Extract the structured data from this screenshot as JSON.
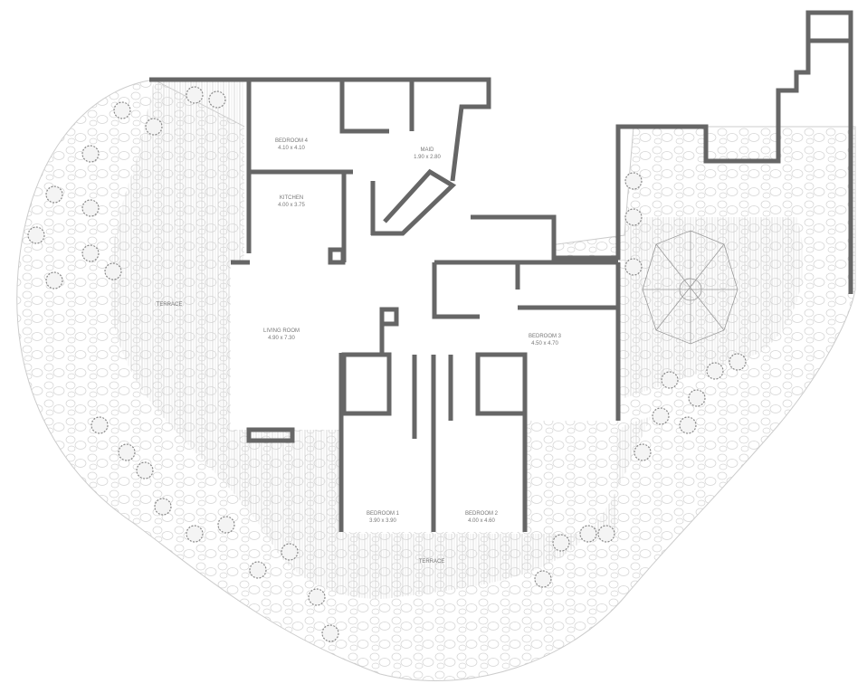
{
  "rooms": [
    {
      "name": "BEDROOM 4",
      "size": "4.10 x 4.10"
    },
    {
      "name": "MAID",
      "size": "1.90 x 2.80"
    },
    {
      "name": "KITCHEN",
      "size": "4.00 x 3.75"
    },
    {
      "name": "LIVING ROOM",
      "size": "4.90 x 7.30"
    },
    {
      "name": "BEDROOM 3",
      "size": "4.50 x 4.70"
    },
    {
      "name": "BEDROOM 1",
      "size": "3.90 x 3.90"
    },
    {
      "name": "BEDROOM 2",
      "size": "4.00 x 4.60"
    }
  ],
  "terraces": [
    "TERRACE",
    "TERRACE"
  ],
  "colors": {
    "wall": "#666666",
    "garden": "#e4e4e4",
    "deck": "#d0d0d0",
    "plant": "#888888"
  }
}
